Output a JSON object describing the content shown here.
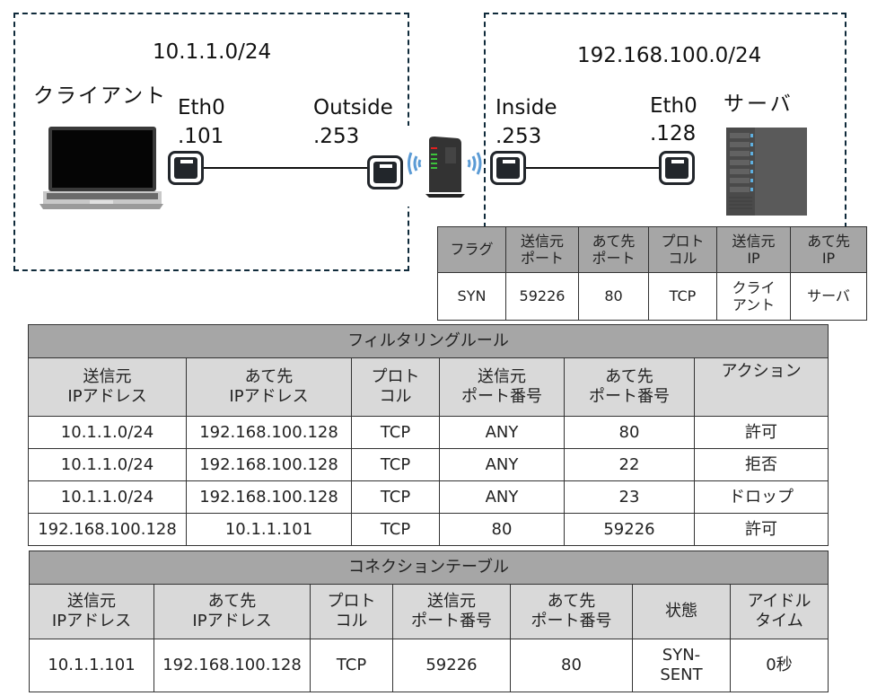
{
  "diagram": {
    "left_network": {
      "subnet": "10.1.1.0/24",
      "host_label": "クライアント",
      "host_icon": "laptop-icon",
      "interface_name": "Eth0",
      "interface_ip": ".101",
      "fw_interface_name": "Outside",
      "fw_interface_ip": ".253"
    },
    "right_network": {
      "subnet": "192.168.100.0/24",
      "host_label": "サーバ",
      "host_icon": "server-icon",
      "interface_name": "Eth0",
      "interface_ip": ".128",
      "fw_interface_name": "Inside",
      "fw_interface_ip": ".253"
    },
    "firewall_icon": "router-icon",
    "port_icon": "ethernet-port-icon",
    "colors": {
      "zone_border": "#0f2a3a",
      "header_dark": "#a6a6a6",
      "header_light": "#d9d9d9",
      "wifi_wave": "#5b9bd5",
      "led_red": "#e02020",
      "led_green": "#3cc23c",
      "server_led": "#5fb0e0"
    }
  },
  "packet": {
    "headers": [
      "フラグ",
      "送信元\nポート",
      "あて先\nポート",
      "プロト\nコル",
      "送信元\nIP",
      "あて先\nIP"
    ],
    "values": [
      "SYN",
      "59226",
      "80",
      "TCP",
      "クライ\nアント",
      "サーバ"
    ]
  },
  "filter_rules": {
    "title": "フィルタリングルール",
    "headers": [
      "送信元\nIPアドレス",
      "あて先\nIPアドレス",
      "プロト\nコル",
      "送信元\nポート番号",
      "あて先\nポート番号",
      "アクション"
    ],
    "rows": [
      [
        "10.1.1.0/24",
        "192.168.100.128",
        "TCP",
        "ANY",
        "80",
        "許可"
      ],
      [
        "10.1.1.0/24",
        "192.168.100.128",
        "TCP",
        "ANY",
        "22",
        "拒否"
      ],
      [
        "10.1.1.0/24",
        "192.168.100.128",
        "TCP",
        "ANY",
        "23",
        "ドロップ"
      ],
      [
        "192.168.100.128",
        "10.1.1.101",
        "TCP",
        "80",
        "59226",
        "許可"
      ]
    ]
  },
  "connection_table": {
    "title": "コネクションテーブル",
    "headers": [
      "送信元\nIPアドレス",
      "あて先\nIPアドレス",
      "プロト\nコル",
      "送信元\nポート番号",
      "あて先\nポート番号",
      "状態",
      "アイドル\nタイム"
    ],
    "rows": [
      [
        "10.1.1.101",
        "192.168.100.128",
        "TCP",
        "59226",
        "80",
        "SYN-\nSENT",
        "0秒"
      ]
    ]
  }
}
